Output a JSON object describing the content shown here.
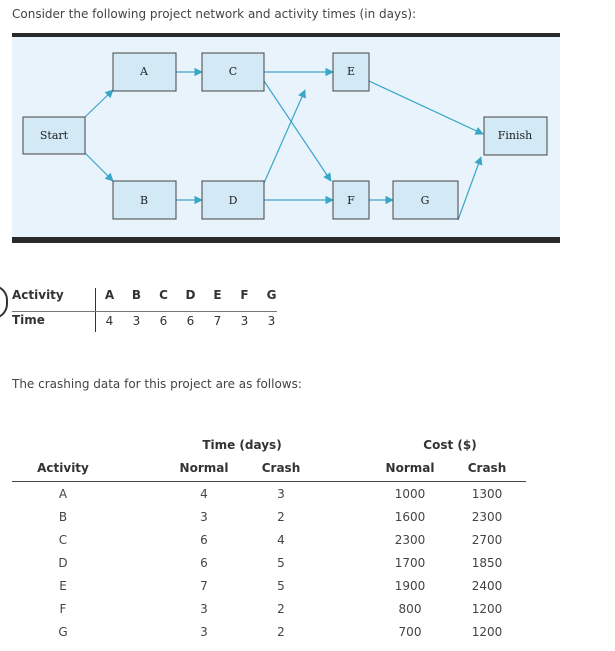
{
  "intro_text": "Consider the following project network and activity times (in days):",
  "network": {
    "start": "Start",
    "finish": "Finish",
    "nodes": {
      "A": "A",
      "B": "B",
      "C": "C",
      "D": "D",
      "E": "E",
      "F": "F",
      "G": "G"
    },
    "colors": {
      "band": "#2a2a2a",
      "panel": "#e8f3fb",
      "box_fill": "#d3e9f6",
      "box_stroke": "#444444",
      "arrow": "#3aa6c8"
    }
  },
  "time_table": {
    "row_labels": [
      "Activity",
      "Time"
    ],
    "activities": [
      "A",
      "B",
      "C",
      "D",
      "E",
      "F",
      "G"
    ],
    "times": [
      "4",
      "3",
      "6",
      "6",
      "7",
      "3",
      "3"
    ]
  },
  "crash_intro": "The crashing data for this project are as follows:",
  "crash_table": {
    "group_time": "Time (days)",
    "group_cost": "Cost ($)",
    "columns": [
      "Activity",
      "Normal",
      "Crash",
      "Normal",
      "Crash"
    ],
    "rows": [
      [
        "A",
        "4",
        "3",
        "1000",
        "1300"
      ],
      [
        "B",
        "3",
        "2",
        "1600",
        "2300"
      ],
      [
        "C",
        "6",
        "4",
        "2300",
        "2700"
      ],
      [
        "D",
        "6",
        "5",
        "1700",
        "1850"
      ],
      [
        "E",
        "7",
        "5",
        "1900",
        "2400"
      ],
      [
        "F",
        "3",
        "2",
        "800",
        "1200"
      ],
      [
        "G",
        "3",
        "2",
        "700",
        "1200"
      ]
    ]
  }
}
